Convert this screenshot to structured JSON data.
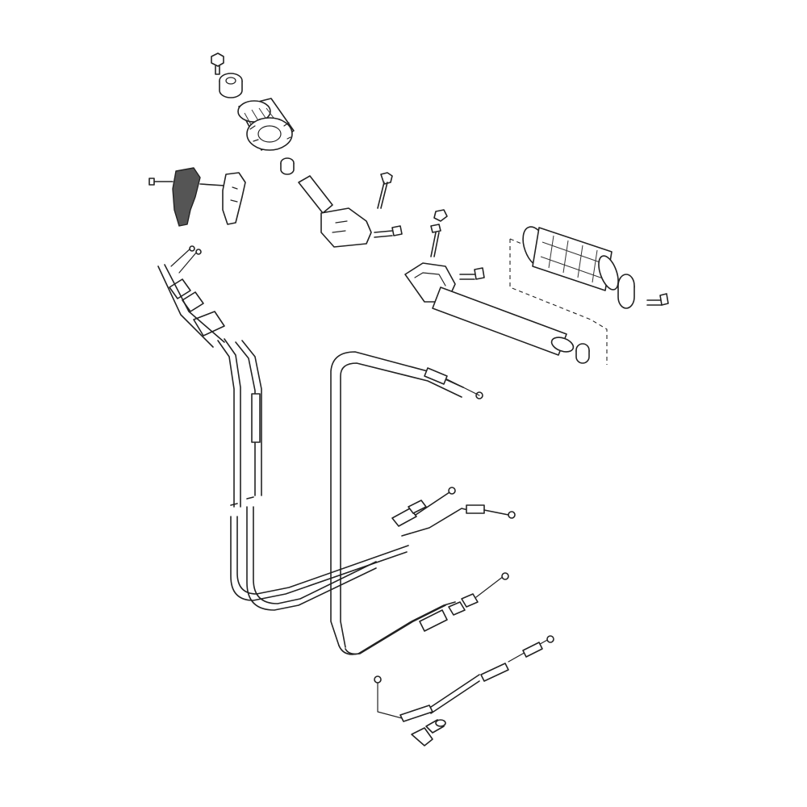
{
  "diagram": {
    "type": "exploded parts diagram",
    "parts": [
      "throttle-grip-assembly",
      "throttle-housing-upper",
      "throttle-housing-lower",
      "left-clip-on-handlebar",
      "handlebar-grip",
      "bar-end-weight",
      "throttle-cable-pair",
      "clutch-cable",
      "choke-cable",
      "cable-elbow"
    ]
  }
}
